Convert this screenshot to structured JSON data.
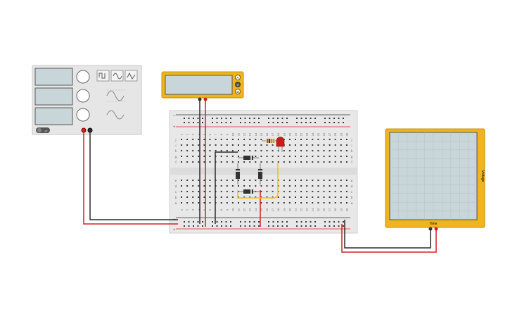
{
  "function_generator": {
    "waveforms": [
      "square-wave-icon",
      "sine-wave-icon",
      "triangle-wave-icon"
    ],
    "power_label": "off",
    "colors": {
      "body": "#e6e6e6",
      "screen": "#c9d6d9",
      "knob": "#ffffff"
    }
  },
  "multimeter": {
    "mode_buttons": [
      "A",
      "V",
      "Ω"
    ],
    "colors": {
      "body": "#f0b41c",
      "screen": "#c9d6d9"
    }
  },
  "breadboard": {
    "top_letters": [
      "j",
      "i",
      "h",
      "g",
      "f"
    ],
    "bottom_letters": [
      "e",
      "d",
      "c",
      "b",
      "a"
    ],
    "column_numbers": [
      "1",
      "2",
      "3",
      "4",
      "5",
      "6",
      "7",
      "8",
      "9",
      "10",
      "11",
      "12",
      "13",
      "14",
      "15",
      "16",
      "17",
      "18",
      "19",
      "20",
      "21",
      "22",
      "23",
      "24",
      "25",
      "26",
      "27",
      "28",
      "29",
      "30"
    ],
    "rail_minus": "−",
    "rail_plus": "+",
    "colors": {
      "body": "#e8e8e8",
      "hole": "#3a3a3a",
      "rail_red": "#d22",
      "rail_black": "#333"
    }
  },
  "oscilloscope": {
    "xlabel": "Time",
    "ylabel": "Voltage",
    "colors": {
      "body": "#f0b41c",
      "screen": "#c9d6d9",
      "grid": "#b3c2c6"
    }
  },
  "components": {
    "led_color": "#cc1a1a",
    "resistor_bands": [
      "#8b4513",
      "#000000",
      "#d2691e",
      "#c8a000"
    ],
    "diode_color": "#333333",
    "wire_yellow": "#f2c200",
    "wire_red": "#d22020",
    "wire_black": "#2b2b2b"
  }
}
